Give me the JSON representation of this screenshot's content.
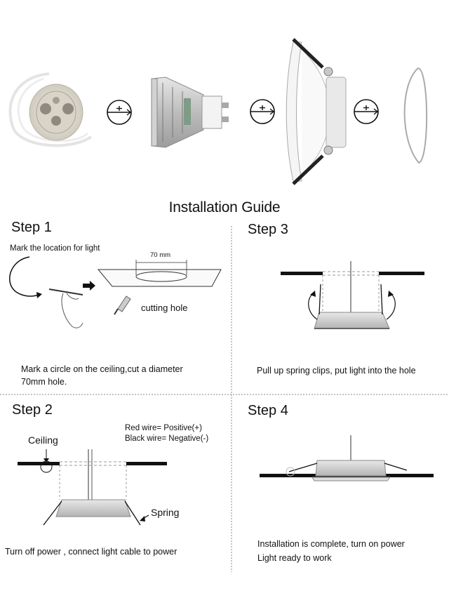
{
  "title": "Installation Guide",
  "steps": [
    {
      "heading": "Step 1",
      "top_note": "Mark the location for light",
      "tool_label": "cutting hole",
      "dim_label": "70 mm",
      "caption_line1": "Mark a circle on the ceiling,cut a diameter",
      "caption_line2": "70mm hole."
    },
    {
      "heading": "Step 2",
      "wire_red": "Red wire= Positive(+)",
      "wire_black": "Black wire= Negative(-)",
      "ceiling_label": "Ceiling",
      "spring_label": "Spring",
      "caption": "Turn off power , connect light cable to power"
    },
    {
      "heading": "Step 3",
      "caption": "Pull up spring clips, put light into the hole"
    },
    {
      "heading": "Step 4",
      "caption_line1": "Installation is complete, turn on power",
      "caption_line2": "Light ready to work"
    }
  ],
  "colors": {
    "line": "#111111",
    "dash": "#9a9a9a",
    "lamp": "#c9c9c9"
  }
}
